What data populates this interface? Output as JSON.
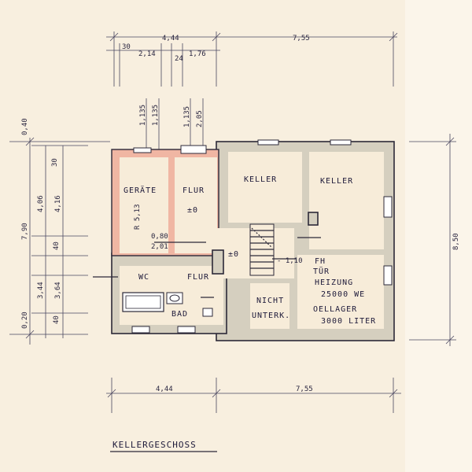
{
  "title": "KELLERGESCHOSS",
  "rooms": {
    "geraete": "GERÄTE",
    "flur_top": "FLUR",
    "flur_top_level": "±0",
    "keller_1": "KELLER",
    "keller_2": "KELLER",
    "wc": "WC",
    "flur_bottom": "FLUR",
    "flur_bottom_level": "±0",
    "bad": "BAD",
    "nicht_unterk_1": "NICHT",
    "nicht_unterk_2": "UNTERK.",
    "fh": "FH",
    "tuer": "TÜR",
    "heizung": "HEIZUNG",
    "heizung_value": "25000 WE",
    "oellager": "OELLAGER",
    "oellager_value": "3000 LITER",
    "level_stair": "- 1,10",
    "r_label": "R 5,13"
  },
  "dimensions": {
    "top_30": "30",
    "top_444": "4,44",
    "top_214": "2,14",
    "top_24": "24",
    "top_176": "1,76",
    "top_755": "7,55",
    "win_1_135a": "1,135",
    "win_1_135b": "1,135",
    "win_2_135": "1,135",
    "win_2_205": "2,05",
    "door_080": "0,80",
    "door_201": "2,01",
    "left_040": "0,40",
    "left_30": "30",
    "left_406": "4,06",
    "left_416": "4,16",
    "left_790": "7,90",
    "left_40a": "40",
    "left_344": "3,44",
    "left_364": "3,64",
    "left_40b": "40",
    "left_020": "0,20",
    "right_850": "8,50",
    "bottom_444": "4,44",
    "bottom_755": "7,55"
  }
}
